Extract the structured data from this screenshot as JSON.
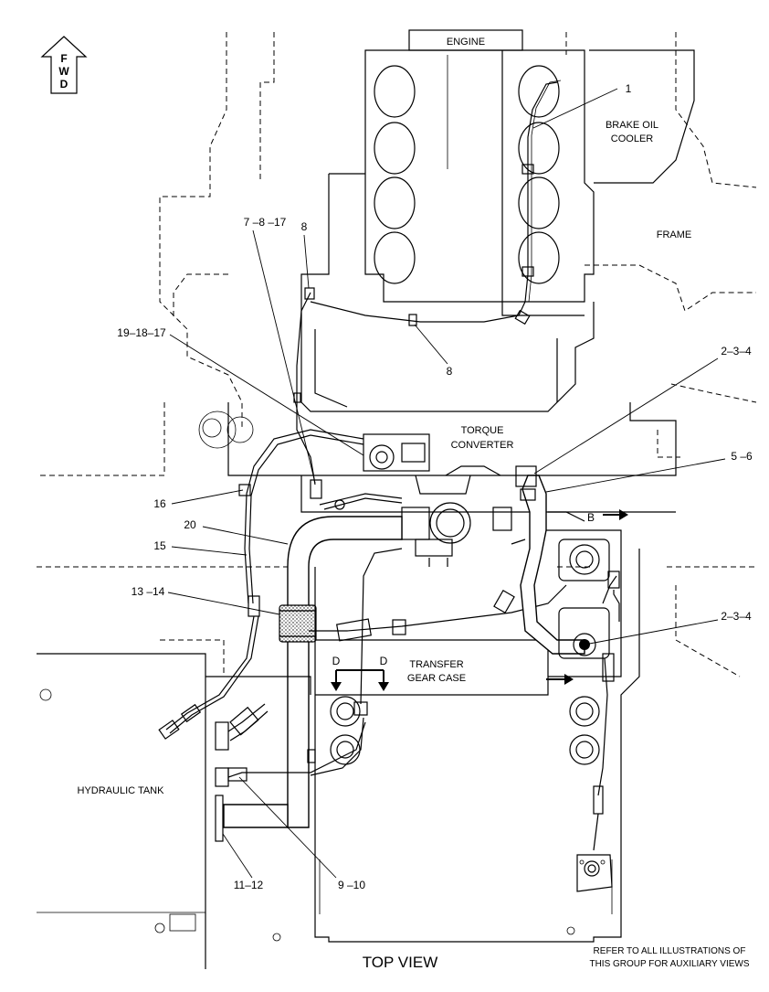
{
  "orientation": {
    "fwd_letters": [
      "F",
      "W",
      "D"
    ],
    "icon": "forward-arrow-icon"
  },
  "components": {
    "engine": "ENGINE",
    "brake_oil_cooler_line1": "BRAKE OIL",
    "brake_oil_cooler_line2": "COOLER",
    "frame": "FRAME",
    "torque_converter_line1": "TORQUE",
    "torque_converter_line2": "CONVERTER",
    "transfer_gear_case_line1": "TRANSFER",
    "transfer_gear_case_line2": "GEAR CASE",
    "hydraulic_tank": "HYDRAULIC TANK"
  },
  "callouts": {
    "c1": "1",
    "c7_8_17": "7 –8 –17",
    "c8_top": "8",
    "c8_mid": "8",
    "c19_18_17": "19–18–17",
    "c2_3_4_upper": "2–3–4",
    "c5_6": "5 –6",
    "c16": "16",
    "c20": "20",
    "c15": "15",
    "c13_14": "13 –14",
    "c2_3_4_lower": "2–3–4",
    "c11_12": "11–12",
    "c9_10": "9 –10"
  },
  "section_markers": {
    "b": "B",
    "d_left": "D",
    "d_right": "D"
  },
  "view_title": "TOP VIEW",
  "note_line1": "REFER TO ALL ILLUSTRATIONS OF",
  "note_line2": "THIS GROUP FOR AUXILIARY VIEWS"
}
